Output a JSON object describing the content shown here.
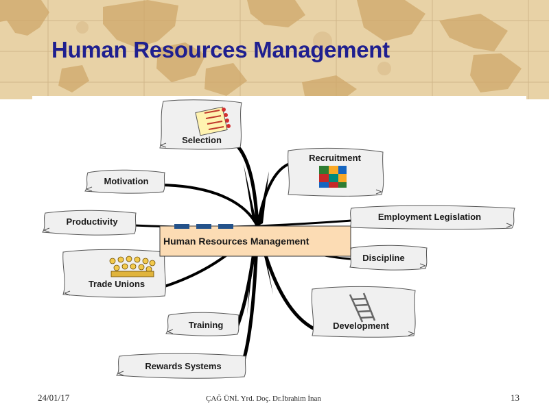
{
  "slide": {
    "title": "Human Resources Management",
    "footer": {
      "date": "24/01/17",
      "author": "ÇAĞ ÜNİ. Yrd. Doç. Dr.İbrahim İnan",
      "page": "13"
    }
  },
  "diagram": {
    "center": "Human Resources Management",
    "nodes": {
      "selection": "Selection",
      "recruitment": "Recruitment",
      "motivation": "Motivation",
      "employment_legislation": "Employment Legislation",
      "productivity": "Productivity",
      "discipline": "Discipline",
      "trade_unions": "Trade Unions",
      "development": "Development",
      "training": "Training",
      "rewards_systems": "Rewards Systems"
    }
  },
  "colors": {
    "title": "#1f1f8f",
    "banner": "#e8d2a6",
    "center_fill": "#fcdcb4",
    "center_tabs": "#24528a",
    "bubble_fill": "#f0f0f0"
  }
}
